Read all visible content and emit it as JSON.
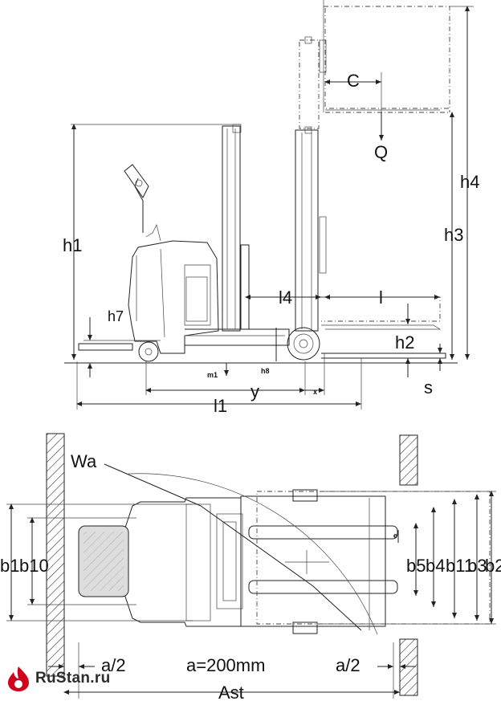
{
  "side_view": {
    "labels": {
      "h1": "h1",
      "h2": "h2",
      "h3": "h3",
      "h4": "h4",
      "h7": "h7",
      "h8": "h8",
      "l1": "l1",
      "l4": "l4",
      "l": "l",
      "y": "y",
      "x": "x",
      "m1": "m1",
      "s": "s",
      "C": "C",
      "Q": "Q"
    }
  },
  "top_view": {
    "labels": {
      "Wa": "Wa",
      "b1": "b1",
      "b10": "b10",
      "b5": "b5",
      "b4": "b4",
      "b11": "b11",
      "b3": "b3",
      "b2": "b2",
      "e": "e",
      "a_half_left": "a/2",
      "a_half_right": "a/2",
      "a_value": "a=200mm",
      "Ast": "Ast"
    }
  },
  "logo": {
    "text": "RuStan.ru",
    "color": "#d0021b"
  }
}
